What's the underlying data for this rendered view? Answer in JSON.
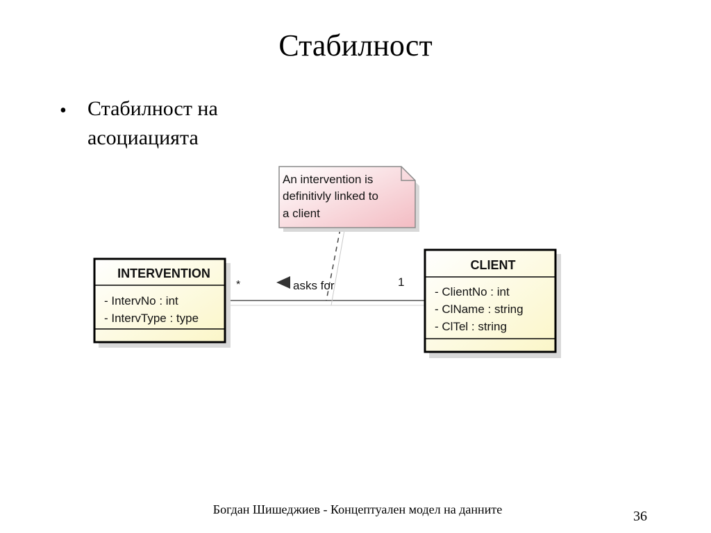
{
  "slide": {
    "title": "Стабилност",
    "bullet": {
      "line1": "Стабилност на",
      "line2": "асоциацията"
    },
    "footer": "Богдан Шишеджиев - Концептуален модел на данните",
    "page_number": "36"
  },
  "diagram": {
    "note": {
      "lines": [
        "An intervention is",
        "definitivly linked to",
        "a client"
      ],
      "fill_color": "#f7d4d8",
      "border_color": "#8a8a8a"
    },
    "intervention": {
      "name": "INTERVENTION",
      "attributes": [
        "- IntervNo : int",
        "- IntervType : type"
      ]
    },
    "client": {
      "name": "CLIENT",
      "attributes": [
        "- ClientNo : int",
        "- ClName : string",
        "- ClTel : string"
      ]
    },
    "association": {
      "name": "asks for",
      "multiplicity_intervention": "*",
      "multiplicity_client": "1",
      "direction_icon": "triangle-left-icon"
    },
    "class_fill_color": "#ffffdc",
    "class_border_color": "#000000"
  }
}
